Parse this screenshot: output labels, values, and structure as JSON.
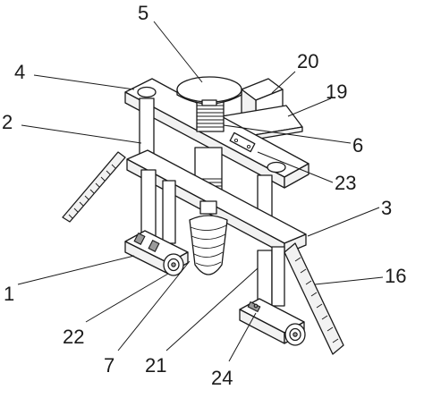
{
  "labels": {
    "l1": "1",
    "l2": "2",
    "l3": "3",
    "l4": "4",
    "l5": "5",
    "l6": "6",
    "l7": "7",
    "l16": "16",
    "l19": "19",
    "l20": "20",
    "l21": "21",
    "l22": "22",
    "l23": "23",
    "l24": "24"
  }
}
